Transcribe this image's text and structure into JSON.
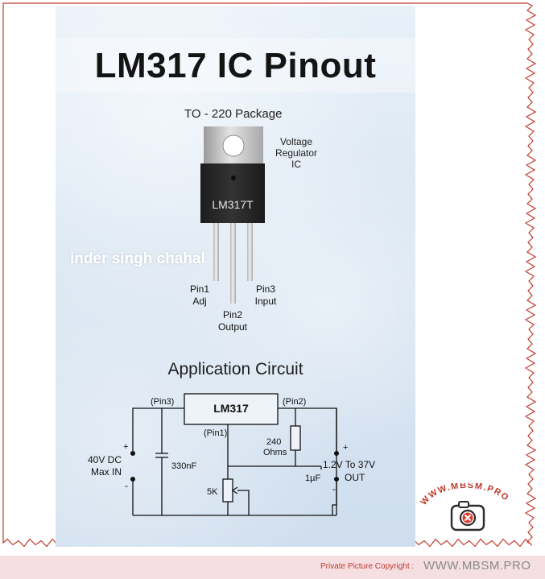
{
  "title": "LM317 IC Pinout",
  "package_label": "TO - 220 Package",
  "side_label": [
    "Voltage",
    "Regulator",
    "IC"
  ],
  "chip_marking": "LM317T",
  "watermark": "inder singh chahal",
  "pins": [
    {
      "line1": "Pin1",
      "line2": "Adj"
    },
    {
      "line1": "Pin2",
      "line2": "Output"
    },
    {
      "line1": "Pin3",
      "line2": "Input"
    }
  ],
  "app_title": "Application Circuit",
  "circuit": {
    "ic_label": "LM317",
    "pin3": "(Pin3)",
    "pin2": "(Pin2)",
    "pin1": "(Pin1)",
    "input_voltage": "40V DC",
    "input_note": "Max IN",
    "cap_in": "330nF",
    "resistor_value": "240",
    "resistor_unit": "Ohms",
    "pot": "5K",
    "cap_out": "1µF",
    "output_range": "1.2V To 37V",
    "output_note": "OUT",
    "plus": "+",
    "minus": "-"
  },
  "logo_text": "WWW.MBSM.PRO",
  "footer": {
    "copyright_label": "Private Picture Copyright :",
    "site": "WWW.MBSM.PRO"
  },
  "colors": {
    "border": "#c0392b",
    "footer_bg": "#f5dfe3",
    "poster_bg": "#dbe7f3"
  }
}
